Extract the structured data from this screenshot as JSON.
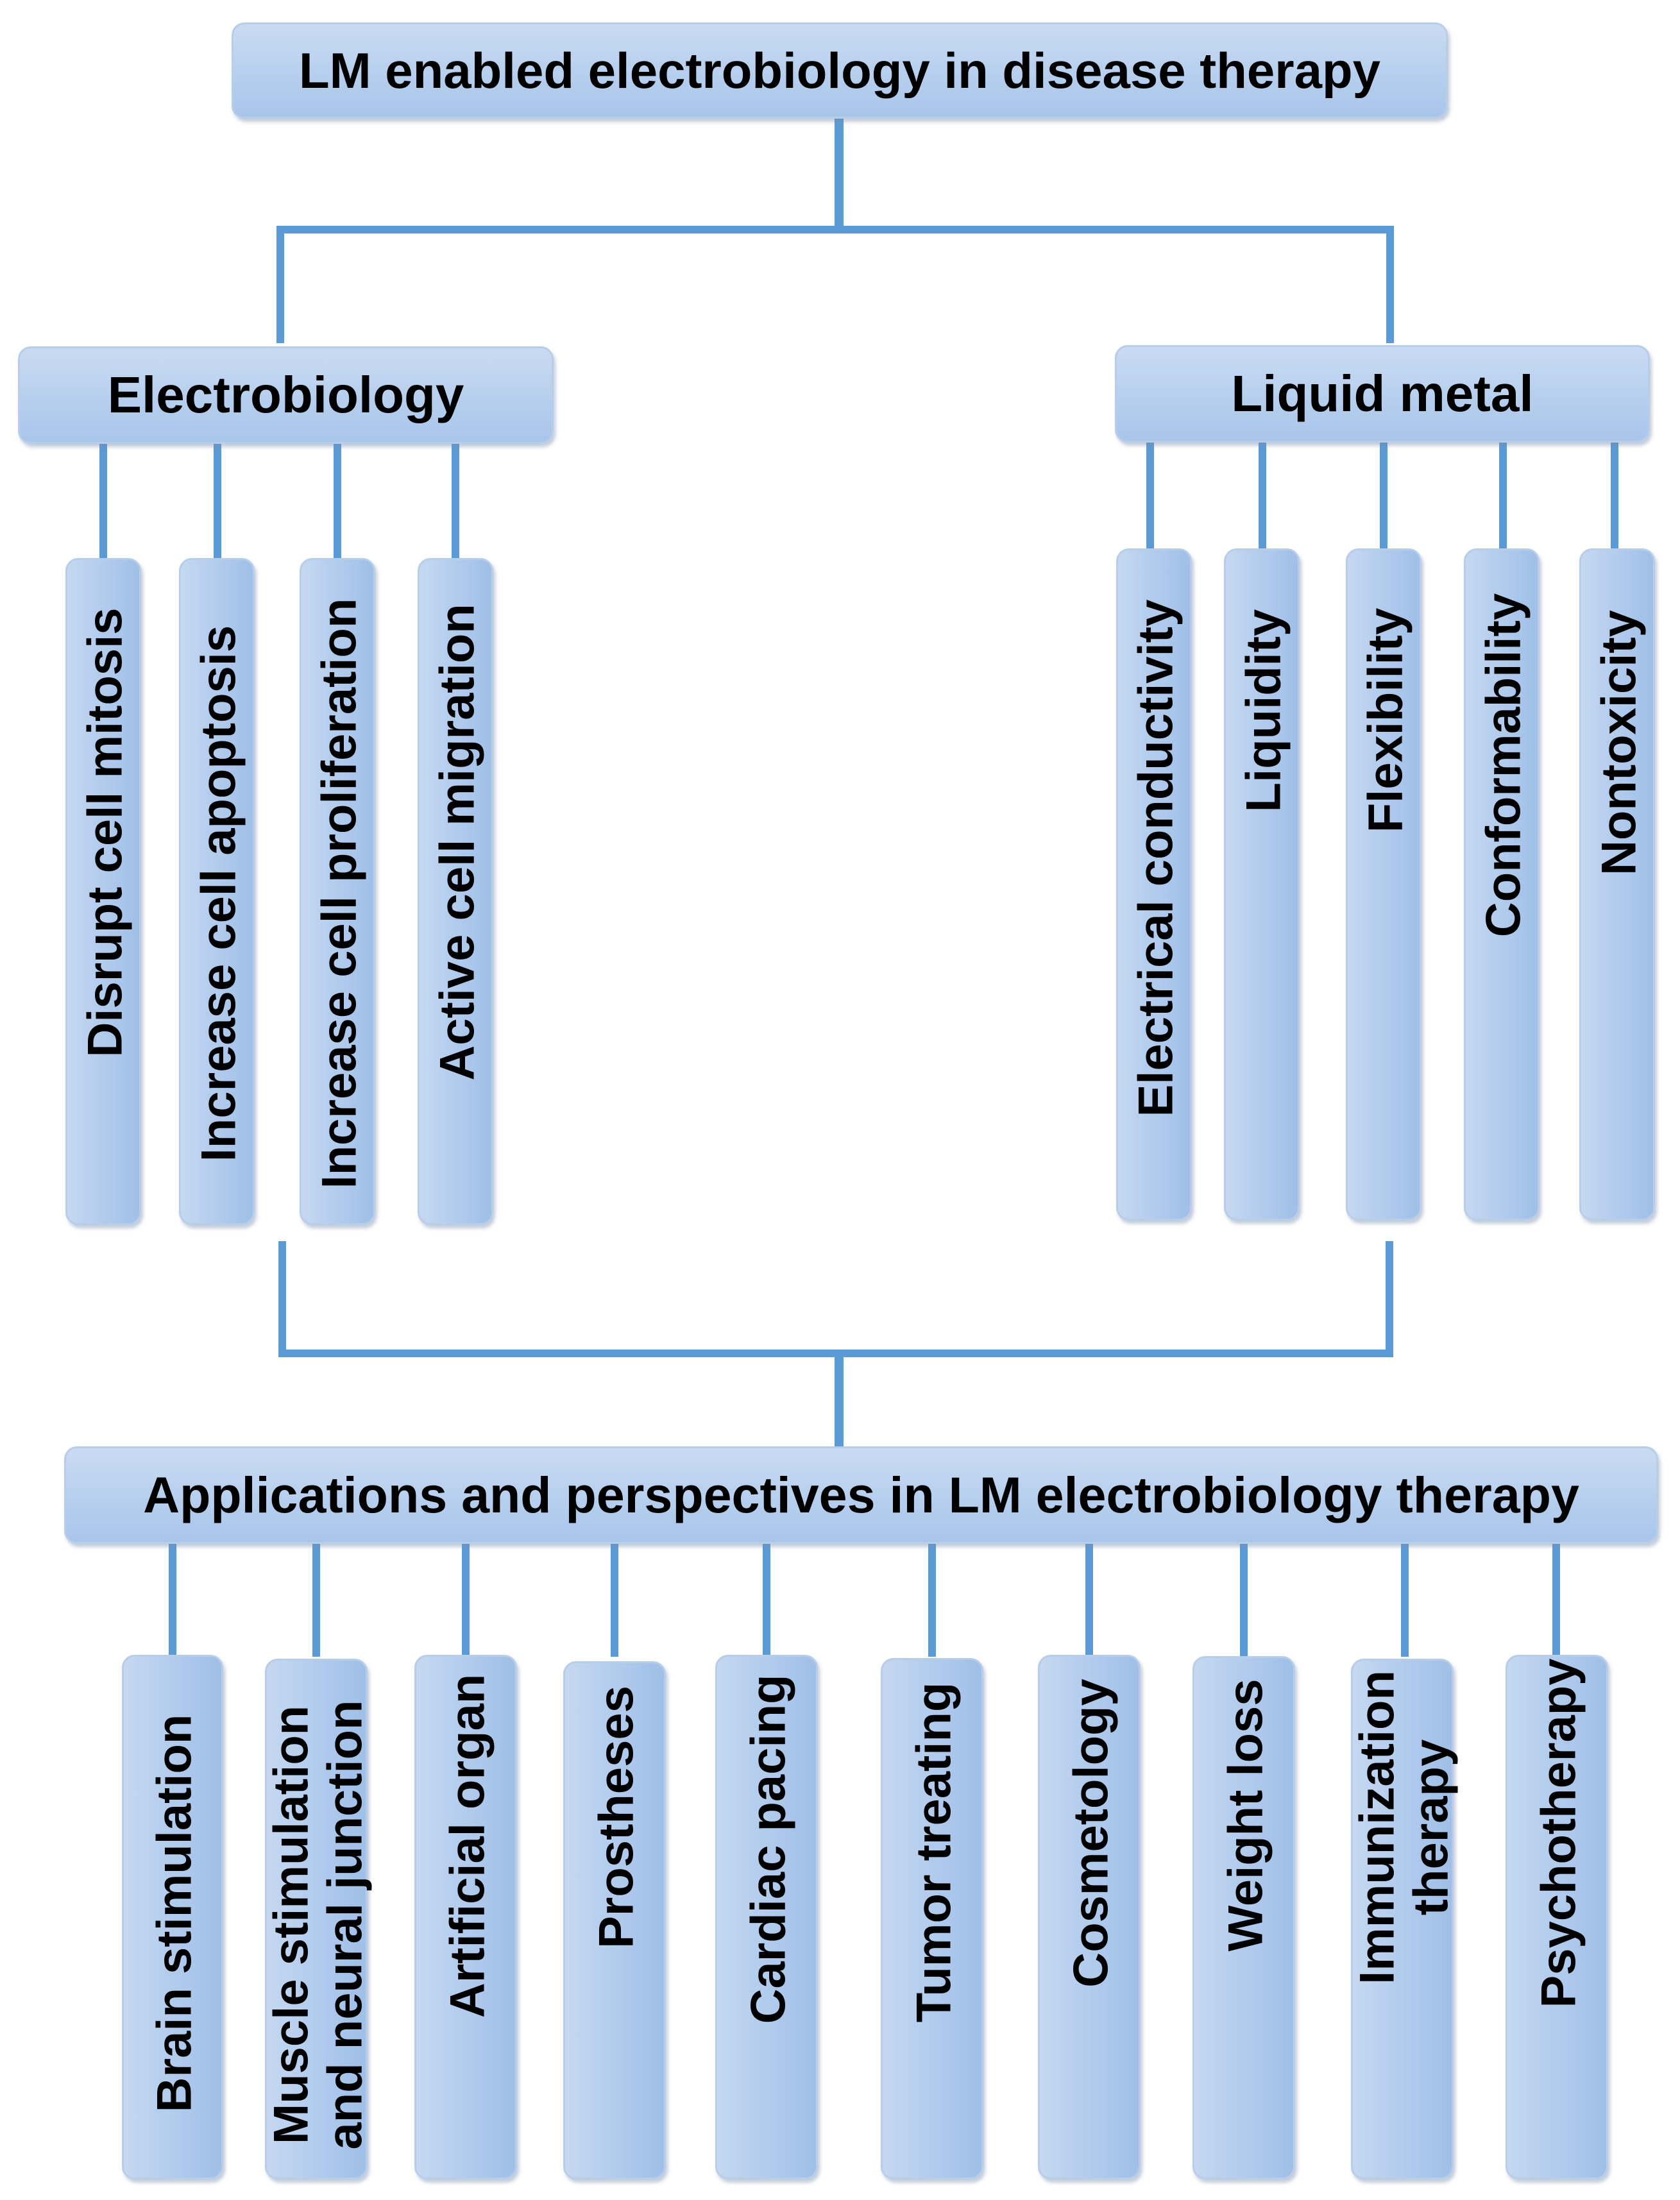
{
  "colors": {
    "connector": "#5b9bd5",
    "box_top": "#c9dbf2",
    "box_bottom": "#a8c5ea"
  },
  "root": {
    "label": "LM enabled electrobiology in disease therapy"
  },
  "electrobiology": {
    "label": "Electrobiology",
    "items": [
      "Disrupt cell mitosis",
      "Increase cell apoptosis",
      "Increase cell proliferation",
      "Active cell migration"
    ]
  },
  "liquid_metal": {
    "label": "Liquid metal",
    "items": [
      "Electrical conductivity",
      "Liquidity",
      "Flexibility",
      "Conformability",
      "Nontoxicity"
    ]
  },
  "applications": {
    "label": "Applications and perspectives in LM electrobiology therapy",
    "items": [
      "Brain stimulation",
      "Muscle stimulation",
      "and neural junction",
      "Artificial organ",
      "Prostheses",
      "Cardiac pacing",
      "Tumor treating",
      "Cosmetology",
      "Weight loss",
      "Immunization",
      "therapy",
      "Psychotherapy"
    ]
  }
}
